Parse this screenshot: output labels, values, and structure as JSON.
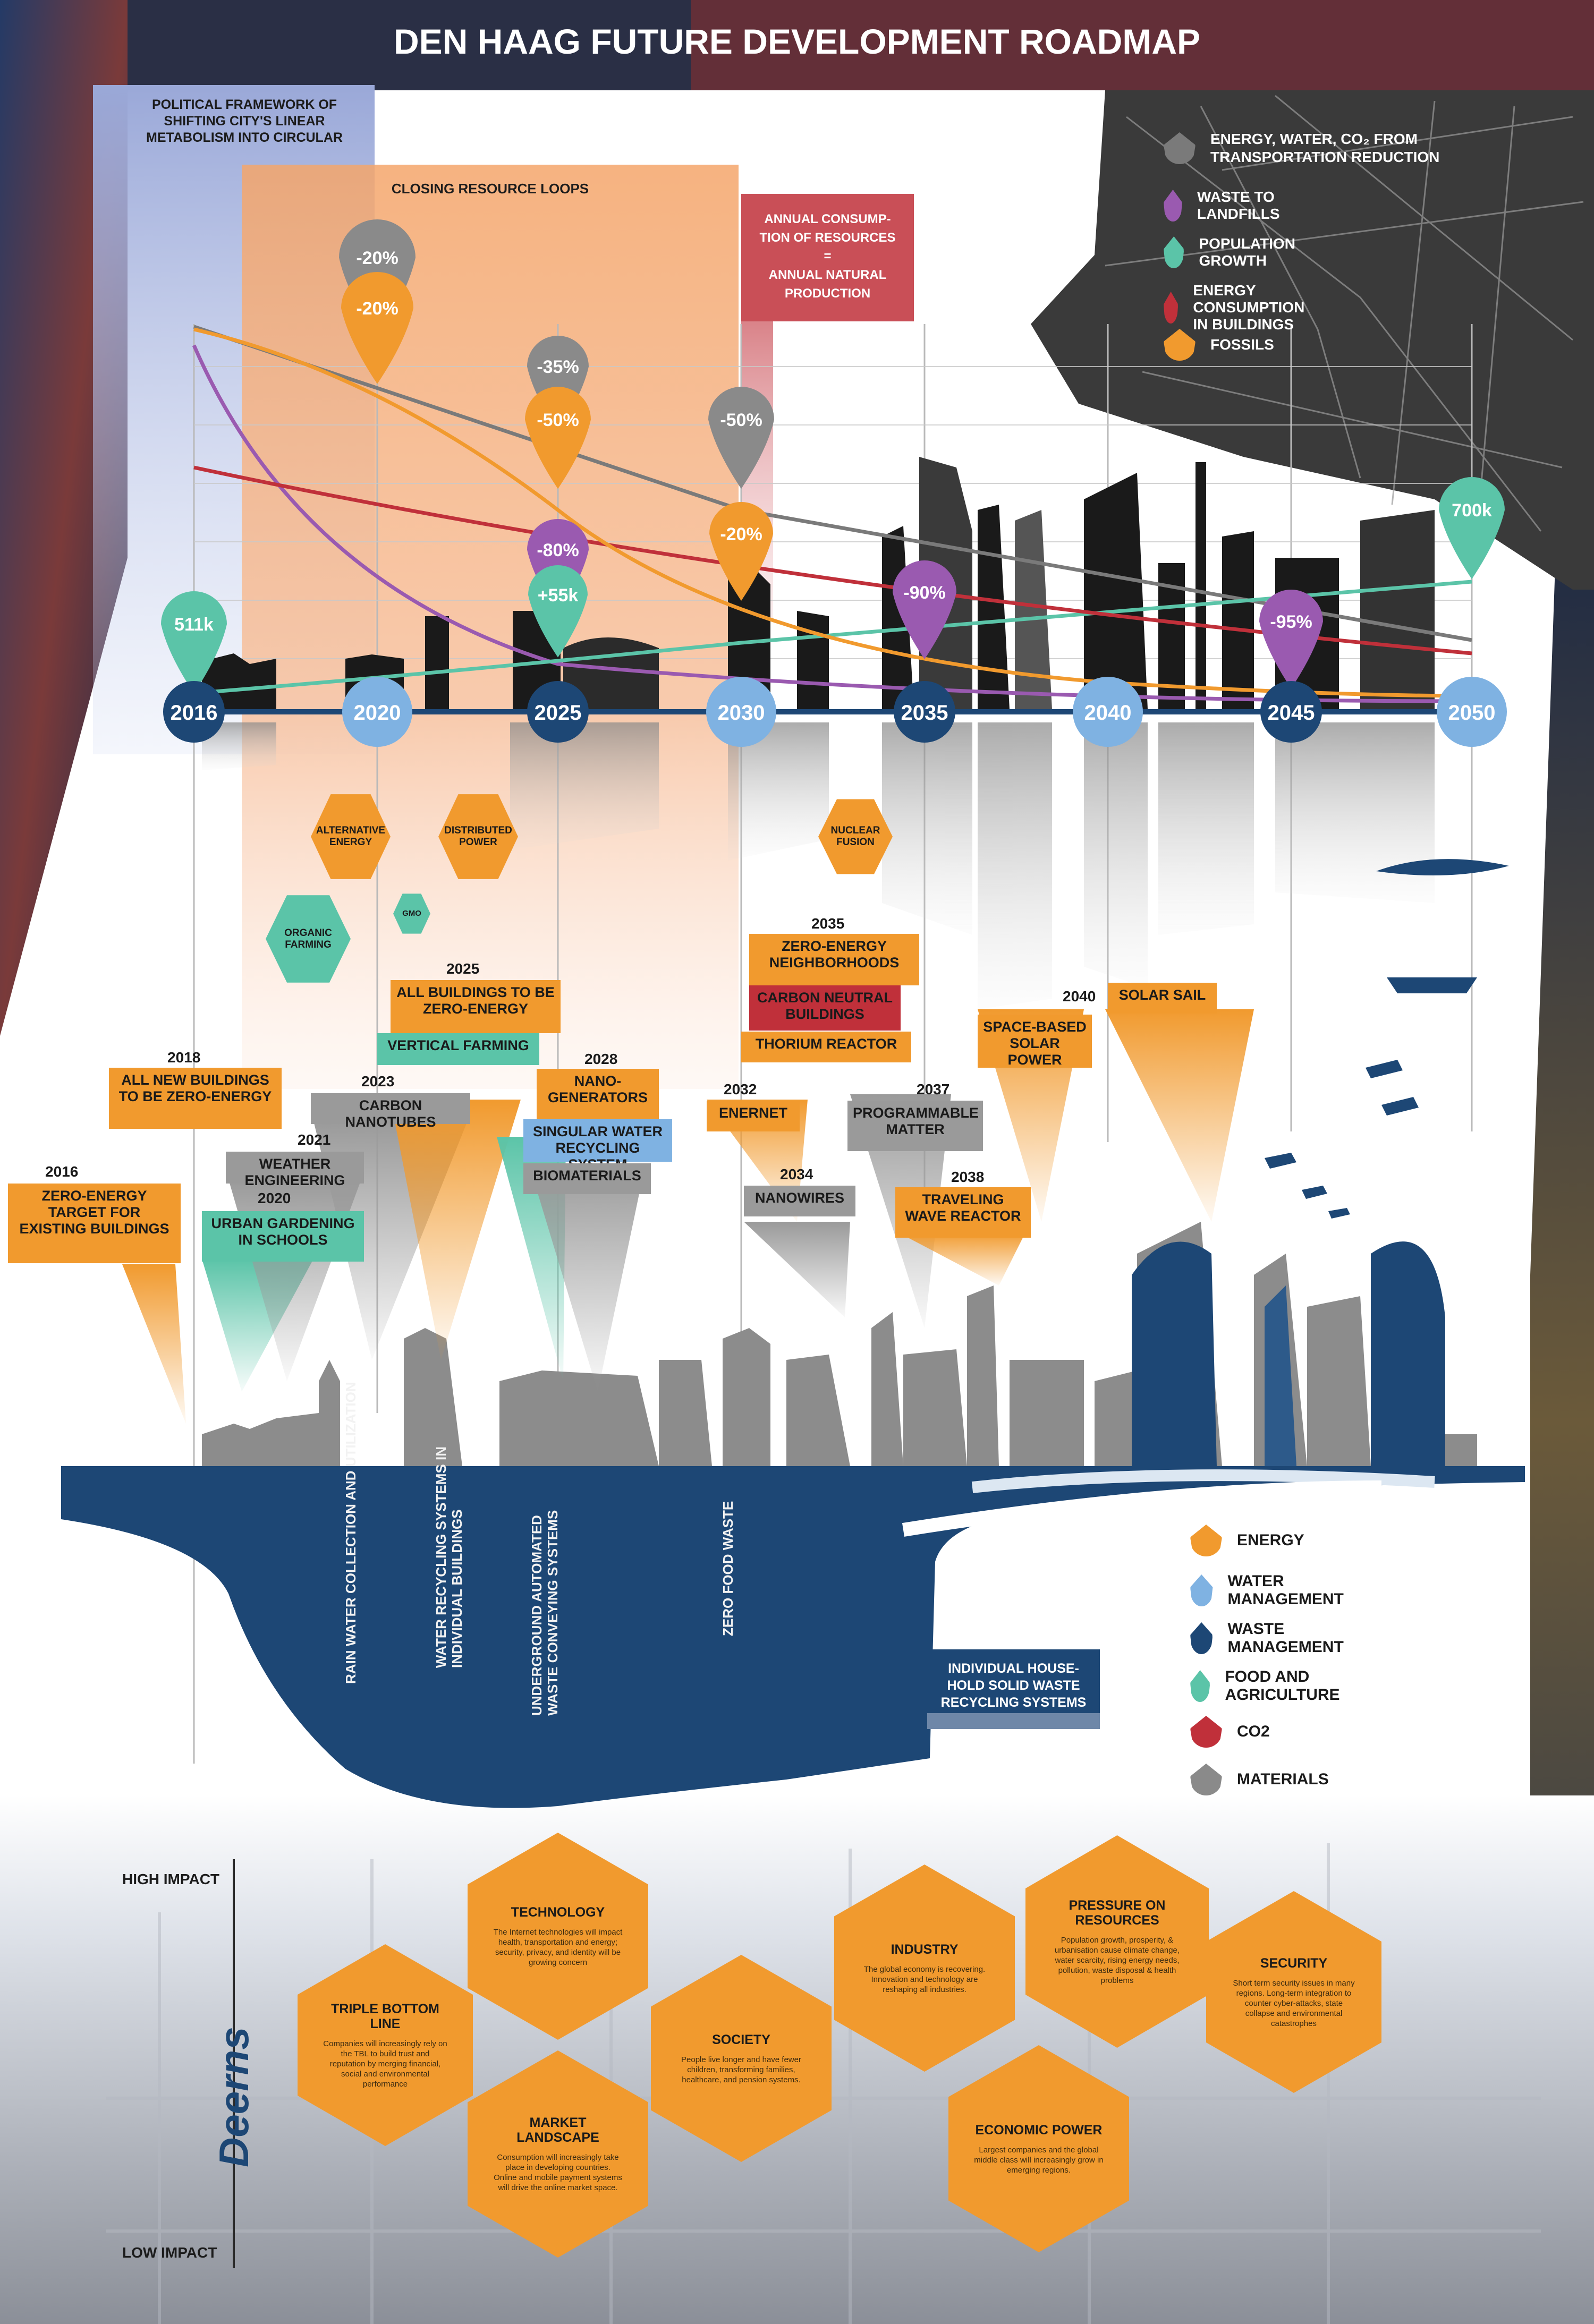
{
  "title": "DEN HAAG FUTURE DEVELOPMENT ROADMAP",
  "political_framework": "POLITICAL FRAMEWORK OF SHIFTING CITY'S LINEAR METABOLISM INTO CIRCULAR",
  "closing_loops": "CLOSING RESOURCE LOOPS",
  "annual_box": [
    "ANNUAL CONSUMP-",
    "TION OF RESOURCES",
    "=",
    "ANNUAL NATURAL",
    "PRODUCTION"
  ],
  "map_legend": [
    {
      "label": "ENERGY, WATER, CO₂ FROM TRANSPORTATION REDUCTION",
      "color": "#7a7a7a"
    },
    {
      "label": "WASTE TO LANDFILLS",
      "color": "#9a5ab0"
    },
    {
      "label": "POPULATION GROWTH",
      "color": "#5bc4a8"
    },
    {
      "label": "ENERGY CONSUMPTION IN BUILDINGS",
      "color": "#c0303a"
    },
    {
      "label": "FOSSILS",
      "color": "#f19a2e"
    }
  ],
  "years": [
    {
      "label": "2016",
      "color": "#1d4775"
    },
    {
      "label": "2020",
      "color": "#7fb2e2"
    },
    {
      "label": "2025",
      "color": "#1d4775"
    },
    {
      "label": "2030",
      "color": "#7fb2e2"
    },
    {
      "label": "2035",
      "color": "#1d4775"
    },
    {
      "label": "2040",
      "color": "#7fb2e2"
    },
    {
      "label": "2045",
      "color": "#1d4775"
    },
    {
      "label": "2050",
      "color": "#7fb2e2"
    }
  ],
  "pins": [
    {
      "text": "511k",
      "color": "#5bc4a8"
    },
    {
      "text": "-20%",
      "color": "#8a8a8a"
    },
    {
      "text": "-20%",
      "color": "#f19a2e"
    },
    {
      "text": "-35%",
      "color": "#8a8a8a"
    },
    {
      "text": "-50%",
      "color": "#f19a2e"
    },
    {
      "text": "-80%",
      "color": "#9a5ab0"
    },
    {
      "text": "+55k",
      "color": "#5bc4a8"
    },
    {
      "text": "-50%",
      "color": "#8a8a8a"
    },
    {
      "text": "-20%",
      "color": "#f19a2e"
    },
    {
      "text": "-90%",
      "color": "#9a5ab0"
    },
    {
      "text": "-95%",
      "color": "#9a5ab0"
    },
    {
      "text": "700k",
      "color": "#5bc4a8"
    }
  ],
  "tech_hexes": [
    {
      "text": "ALTERNATIVE ENERGY",
      "color": "#f19a2e"
    },
    {
      "text": "DISTRIBUTED POWER",
      "color": "#f19a2e"
    },
    {
      "text": "ORGANIC FARMING",
      "color": "#5bc4a8"
    },
    {
      "text": "GMO",
      "color": "#5bc4a8"
    },
    {
      "text": "NUCLEAR FUSION",
      "color": "#f19a2e"
    }
  ],
  "milestones": {
    "y2016": {
      "year": "2016",
      "text": "ZERO-ENERGY TARGET FOR EXISTING BUILDINGS"
    },
    "y2018": {
      "year": "2018",
      "text": "ALL NEW BUILDINGS TO BE ZERO-ENERGY"
    },
    "y2020": {
      "year": "2020",
      "text": "URBAN GARDENING IN SCHOOLS"
    },
    "y2021": {
      "year": "2021",
      "text": "WEATHER ENGINEERING"
    },
    "y2023": {
      "year": "2023",
      "text": "CARBON NANOTUBES"
    },
    "y2025": {
      "year": "2025",
      "text": "ALL BUILDINGS TO BE ZERO-ENERGY",
      "text2": "VERTICAL FARMING"
    },
    "y2028": {
      "year": "2028",
      "text": "NANO-GENERATORS",
      "text2": "SINGULAR WATER RECYCLING SYSTEM",
      "text3": "BIOMATERIALS"
    },
    "y2032": {
      "year": "2032",
      "text": "ENERNET"
    },
    "y2034": {
      "year": "2034",
      "text": "NANOWIRES"
    },
    "y2035": {
      "year": "2035",
      "text": "ZERO-ENERGY NEIGHBORHOODS",
      "text2": "CARBON NEUTRAL BUILDINGS",
      "text3": "THORIUM REACTOR"
    },
    "y2037": {
      "year": "2037",
      "text": "PROGRAMMABLE MATTER"
    },
    "y2038": {
      "year": "2038",
      "text": "TRAVELING WAVE REACTOR"
    },
    "y2040": {
      "year": "2040",
      "text": "SPACE-BASED SOLAR POWER",
      "text2": "SOLAR SAIL"
    }
  },
  "water_labels": [
    "RAIN WATER COLLECTION AND UTILIZATION",
    "WATER RECYCLING SYSTEMS IN INDIVIDUAL BUILDINGS",
    "UNDERGROUND AUTOMATED WASTE CONVEYING SYSTEMS",
    "ZERO FOOD WASTE"
  ],
  "household_box": "INDIVIDUAL HOUSE-HOLD SOLID WASTE RECYCLING SYSTEMS",
  "category_legend": [
    {
      "label": "ENERGY",
      "color": "#f19a2e"
    },
    {
      "label": "WATER MANAGEMENT",
      "color": "#7fb2e2"
    },
    {
      "label": "WASTE MANAGEMENT",
      "color": "#1d4775"
    },
    {
      "label": "FOOD AND AGRICULTURE",
      "color": "#5bc4a8"
    },
    {
      "label": "CO2",
      "color": "#c0303a"
    },
    {
      "label": "MATERIALS",
      "color": "#8a8a8a"
    }
  ],
  "impact": {
    "high": "HIGH IMPACT",
    "low": "LOW IMPACT",
    "brand": "Deerns"
  },
  "drivers": [
    {
      "title": "TRIPLE BOTTOM LINE",
      "desc": "Companies will increasingly rely on the TBL to build trust and reputation by merging financial, social and environmental performance"
    },
    {
      "title": "TECHNOLOGY",
      "desc": "The Internet technologies will impact health, transportation and energy; security, privacy, and identity will be growing concern"
    },
    {
      "title": "MARKET LANDSCAPE",
      "desc": "Consumption will increasingly take place in developing countries. Online and mobile payment systems will drive the online market space."
    },
    {
      "title": "SOCIETY",
      "desc": "People live longer and have fewer children, transforming families, healthcare, and pension systems."
    },
    {
      "title": "INDUSTRY",
      "desc": "The global economy is recovering. Innovation and technology are reshaping all industries."
    },
    {
      "title": "ECONOMIC POWER",
      "desc": "Largest companies and the global middle class will increasingly grow in emerging regions."
    },
    {
      "title": "PRESSURE ON RESOURCES",
      "desc": "Population growth, prosperity, & urbanisation cause climate change, water scarcity, rising energy needs, pollution, waste disposal & health problems"
    },
    {
      "title": "SECURITY",
      "desc": "Short term security issues in many regions. Long-term integration to counter cyber-attacks, state collapse and environmental catastrophes"
    }
  ]
}
